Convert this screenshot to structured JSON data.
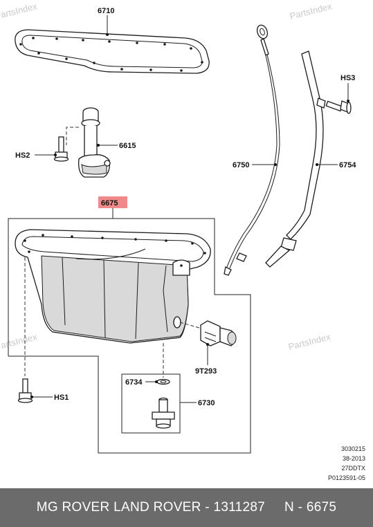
{
  "watermarks": [
    "PartsIndex",
    "PartsIndex",
    "PartsIndex",
    "PartsIndex"
  ],
  "callouts": {
    "gasket": "6710",
    "filter_tube": "6615",
    "bolt_hs2": "HS2",
    "oil_pan": "6675",
    "dipstick": "6750",
    "dipstick_tube": "6754",
    "bolt_hs3": "HS3",
    "sensor": "9T293",
    "washer": "6734",
    "drain_plug": "6730",
    "bolt_hs1": "HS1"
  },
  "meta_lines": [
    "3030215",
    "38-2013",
    "27DDTX",
    "P0123591-05"
  ],
  "footer": {
    "brands": "MG ROVER LAND ROVER - 1311287",
    "ref": "N - 6675"
  },
  "colors": {
    "highlight": "#f08a8a",
    "footer_bg": "#6b6b6b",
    "watermark": "#c9c9c9"
  }
}
